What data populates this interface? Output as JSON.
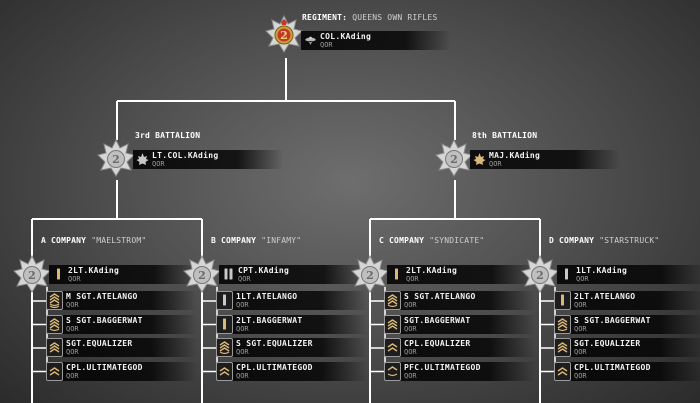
{
  "regiment": {
    "label_prefix": "REGIMENT:",
    "label_name": "QUEENS OWN RIFLES",
    "commander": {
      "name": "COL.KAding",
      "unit": "QOR",
      "rank_icon": "eagle-rank-icon",
      "rank_color": "#b9b9b9"
    }
  },
  "battalions": [
    {
      "title": "3rd BATTALION",
      "commander": {
        "name": "LT.COL.KAding",
        "unit": "QOR",
        "rank_icon": "maple-leaf-rank-icon",
        "rank_color": "#c8c8c8"
      },
      "companies": [
        {
          "title_prefix": "A COMPANY",
          "title_name": "\"MAELSTROM\"",
          "commander": {
            "name": "2LT.KAding",
            "unit": "QOR",
            "rank_icon": "single-bar-rank-icon",
            "rank_color": "#d9b878"
          },
          "members": [
            {
              "name": "M SGT.ATELANGO",
              "unit": "QOR",
              "rank_icon": "master-sergeant-chevron-icon"
            },
            {
              "name": "S SGT.BAGGERWAT",
              "unit": "QOR",
              "rank_icon": "staff-sergeant-chevron-icon"
            },
            {
              "name": "SGT.EQUALIZER",
              "unit": "QOR",
              "rank_icon": "sergeant-chevron-icon"
            },
            {
              "name": "CPL.ULTIMATEGOD",
              "unit": "QOR",
              "rank_icon": "corporal-chevron-icon"
            }
          ]
        },
        {
          "title_prefix": "B COMPANY",
          "title_name": "\"INFAMY\"",
          "commander": {
            "name": "CPT.KAding",
            "unit": "QOR",
            "rank_icon": "double-bar-rank-icon",
            "rank_color": "#bdbdbd"
          },
          "members": [
            {
              "name": "1LT.ATELANGO",
              "unit": "QOR",
              "rank_icon": "silver-bar-rank-icon"
            },
            {
              "name": "2LT.BAGGERWAT",
              "unit": "QOR",
              "rank_icon": "gold-bar-rank-icon"
            },
            {
              "name": "S SGT.EQUALIZER",
              "unit": "QOR",
              "rank_icon": "staff-sergeant-chevron-icon"
            },
            {
              "name": "CPL.ULTIMATEGOD",
              "unit": "QOR",
              "rank_icon": "corporal-chevron-icon"
            }
          ]
        }
      ]
    },
    {
      "title": "8th BATTALION",
      "commander": {
        "name": "MAJ.KAding",
        "unit": "QOR",
        "rank_icon": "gold-maple-leaf-rank-icon",
        "rank_color": "#d9b878"
      },
      "companies": [
        {
          "title_prefix": "C COMPANY",
          "title_name": "\"SYNDICATE\"",
          "commander": {
            "name": "2LT.KAding",
            "unit": "QOR",
            "rank_icon": "single-bar-rank-icon",
            "rank_color": "#d9b878"
          },
          "members": [
            {
              "name": "S SGT.ATELANGO",
              "unit": "QOR",
              "rank_icon": "staff-sergeant-chevron-icon"
            },
            {
              "name": "SGT.BAGGERWAT",
              "unit": "QOR",
              "rank_icon": "sergeant-chevron-icon"
            },
            {
              "name": "CPL.EQUALIZER",
              "unit": "QOR",
              "rank_icon": "corporal-chevron-icon"
            },
            {
              "name": "PFC.ULTIMATEGOD",
              "unit": "QOR",
              "rank_icon": "private-first-class-chevron-icon"
            }
          ]
        },
        {
          "title_prefix": "D COMPANY",
          "title_name": "\"STARSTRUCK\"",
          "commander": {
            "name": "1LT.KAding",
            "unit": "QOR",
            "rank_icon": "silver-bar-rank-icon",
            "rank_color": "#bdbdbd"
          },
          "members": [
            {
              "name": "2LT.ATELANGO",
              "unit": "QOR",
              "rank_icon": "gold-bar-rank-icon"
            },
            {
              "name": "S SGT.BAGGERWAT",
              "unit": "QOR",
              "rank_icon": "staff-sergeant-chevron-icon"
            },
            {
              "name": "SGT.EQUALIZER",
              "unit": "QOR",
              "rank_icon": "sergeant-chevron-icon"
            },
            {
              "name": "CPL.ULTIMATEGOD",
              "unit": "QOR",
              "rank_icon": "corporal-chevron-icon"
            }
          ]
        }
      ]
    }
  ],
  "badge": {
    "numeral": "2",
    "regiment_accent": "#c0392b",
    "silver": "#d6d6d6",
    "gold": "#e0b84a"
  }
}
